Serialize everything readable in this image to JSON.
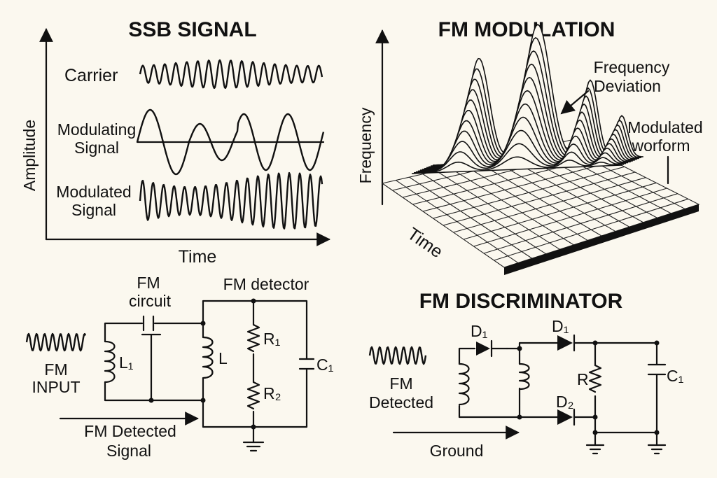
{
  "ssb": {
    "title": "SSB SIGNAL",
    "y_axis": "Amplitude",
    "x_axis": "Time",
    "carrier": "Carrier",
    "modulating_1": "Modulating",
    "modulating_2": "Signal",
    "modulated_1": "Modulated",
    "modulated_2": "Signal"
  },
  "fm_mod": {
    "title": "FM MODULATION",
    "y_axis": "Frequency",
    "x_axis": "Time",
    "deviation_1": "Frequency",
    "deviation_2": "Deviation",
    "waveform_1": "Modulated",
    "waveform_2": "worform"
  },
  "fm_circuit": {
    "circuit_1": "FM",
    "circuit_2": "circuit",
    "detector": "FM detector",
    "inductor_l1": "L₁",
    "inductor_l": "L",
    "r1": "R₁",
    "r2": "R₂",
    "c1": "C₁",
    "input_1": "FM",
    "input_2": "INPUT",
    "detected_1": "FM Detected",
    "detected_2": "Signal"
  },
  "discriminator": {
    "title": "FM DISCRIMINATOR",
    "d1_left": "D₁",
    "d1_top": "D₁",
    "d2": "D₂",
    "r": "R",
    "c1": "C₁",
    "input_1": "FM",
    "input_2": "Detected",
    "ground": "Ground"
  }
}
